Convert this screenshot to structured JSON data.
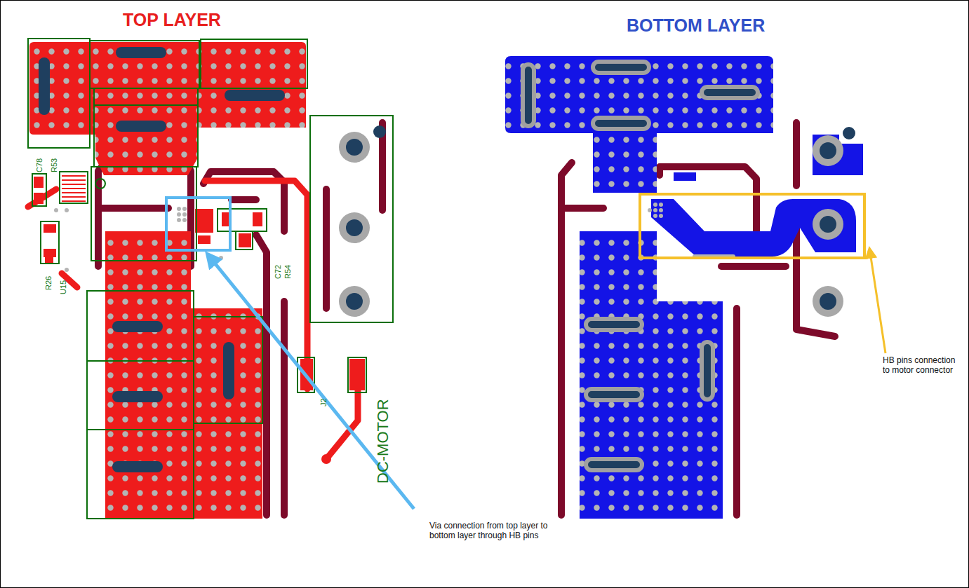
{
  "diagram": {
    "labels": [
      "TOP LAYER",
      "BOTTOM LAYER",
      "C78",
      "R53",
      "U15",
      "R26",
      "C72",
      "R54",
      "J2",
      "DC-MOTOR",
      "Via connection from top layer to bottom layer through HB pins",
      "HB pins connection to motor connector"
    ]
  }
}
